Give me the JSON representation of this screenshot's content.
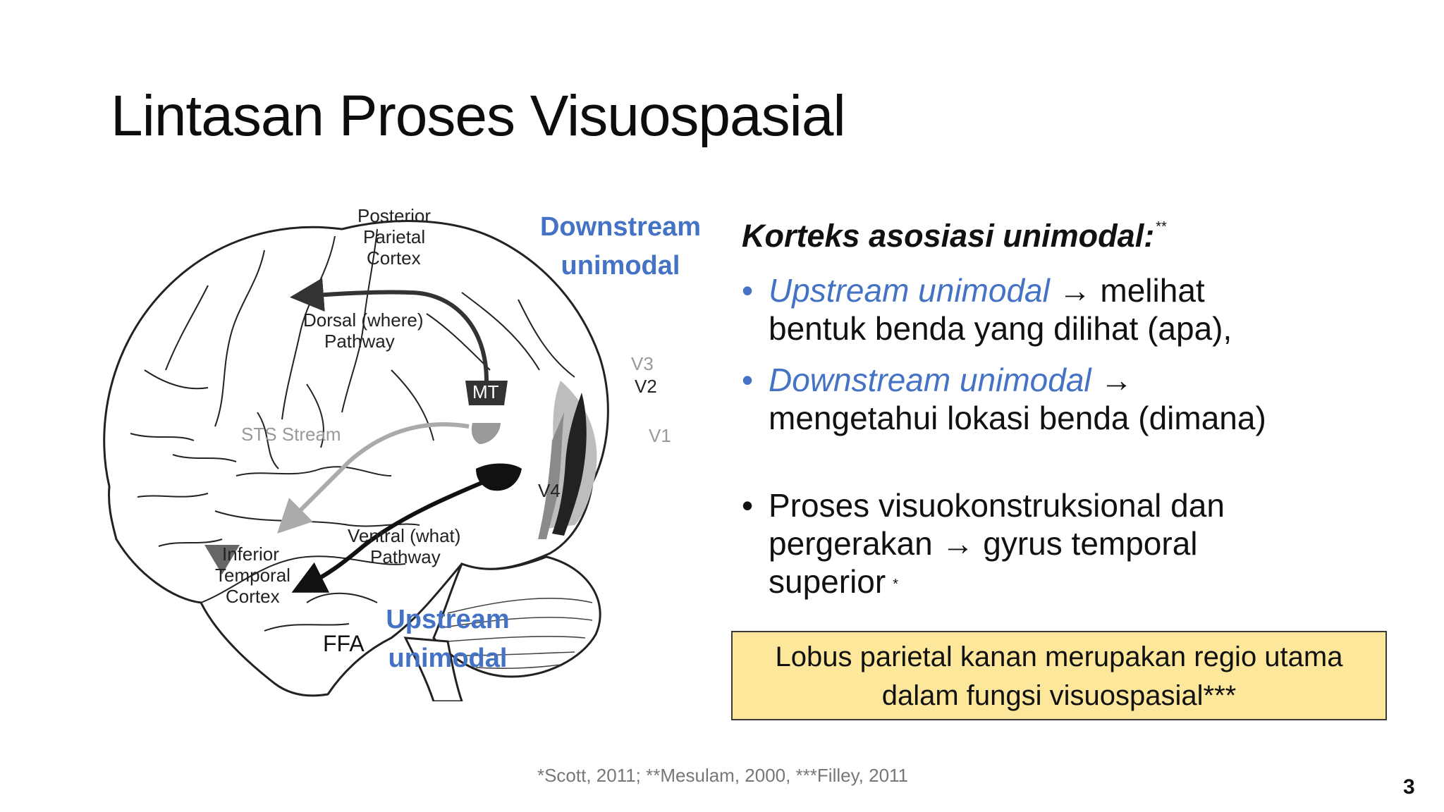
{
  "slide": {
    "title": "Lintasan Proses Visuospasial",
    "page_number": "3",
    "references": "*Scott, 2011; **Mesulam, 2000, ***Filley, 2011"
  },
  "diagram": {
    "labels": {
      "ppc_1": "Posterior",
      "ppc_2": "Parietal",
      "ppc_3": "Cortex",
      "dorsal_1": "Dorsal (where)",
      "dorsal_2": "Pathway",
      "mt": "MT",
      "v3": "V3",
      "v2": "V2",
      "v1": "V1",
      "v4": "V4",
      "sts": "STS Stream",
      "itc_1": "Inferior",
      "itc_2": "Temporal",
      "itc_3": "Cortex",
      "ventral_1": "Ventral (what)",
      "ventral_2": "Pathway",
      "ffa": "FFA"
    },
    "downstream_1": "Downstream",
    "downstream_2": "unimodal",
    "upstream_1": "Upstream",
    "upstream_2": "unimodal"
  },
  "content": {
    "heading": "Korteks asosiasi unimodal:",
    "heading_mark": "**",
    "bullet_symbol": "•",
    "arrow": "→",
    "b1_term": "Upstream unimodal",
    "b1_rest": "melihat",
    "b1_line2": "bentuk benda yang dilihat (apa),",
    "b2_term": "Downstream unimodal",
    "b2_line2": "mengetahui lokasi benda (dimana)",
    "b3_line1": "Proses visuokonstruksional dan",
    "b3_line2a": "pergerakan",
    "b3_line2b": "gyrus temporal",
    "b3_line3": "superior",
    "b3_mark": "*"
  },
  "callout": {
    "line1": "Lobus parietal kanan merupakan regio utama",
    "line2": "dalam fungsi visuospasial***",
    "background": "#fde79a"
  },
  "colors": {
    "accent_blue": "#4472c4",
    "text": "#111111",
    "reference_gray": "#777777"
  }
}
